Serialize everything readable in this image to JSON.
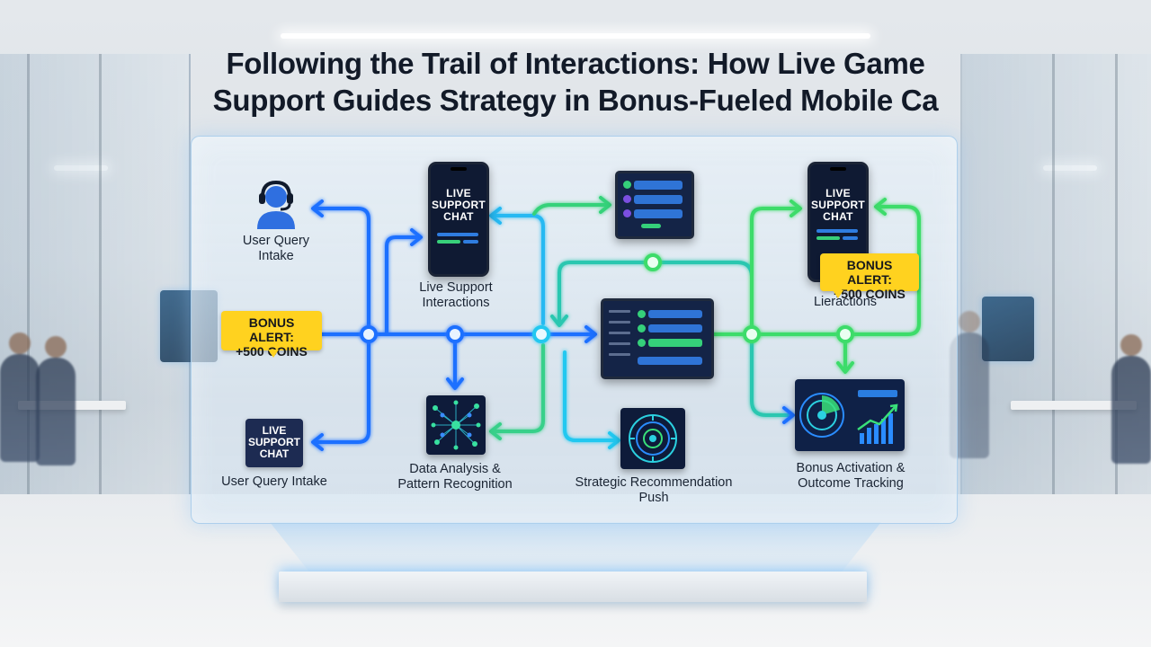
{
  "title": {
    "line1": "Following the Trail of Interactions: How Live Game",
    "line2": "Support Guides Strategy in Bonus-Fueled Mobile Ca"
  },
  "nodes": {
    "user_query_top": {
      "line1": "User Query",
      "line2": "Intake",
      "icon": "headset-user-icon"
    },
    "live_support": {
      "line1": "Live Support",
      "line2": "Interactions"
    },
    "lieractions": {
      "line1": "Lieractions"
    },
    "user_query_bottom": {
      "line1": "User Query Intake"
    },
    "data_analysis": {
      "line1": "Data Analysis &",
      "line2": "Pattern Recognition",
      "icon": "network-graph-icon"
    },
    "strategic_push": {
      "line1": "Strategic Recommendation",
      "line2": "Push",
      "icon": "radar-dial-icon"
    },
    "bonus_activation": {
      "line1": "Bonus Activation &",
      "line2": "Outcome Tracking",
      "icon": "gauge-chart-icon"
    }
  },
  "devices": {
    "phone_left": {
      "screen_line1": "LIVE",
      "screen_line2": "SUPPORT",
      "screen_line3": "CHAT"
    },
    "phone_right": {
      "screen_line1": "LIVE",
      "screen_line2": "SUPPORT",
      "screen_line3": "CHAT"
    },
    "badge": {
      "line1": "LIVE",
      "line2": "SUPPORT",
      "line3": "CHAT"
    }
  },
  "alerts": {
    "left": {
      "line1": "BONUS ALERT:",
      "line2": "+500 COINS"
    },
    "right": {
      "line1": "BONUS ALERT:",
      "line2": "+500 COINS"
    }
  },
  "colors": {
    "flow_blue": "#1f6fff",
    "flow_cyan": "#22c8f0",
    "flow_green": "#3ddc6a",
    "alert_yellow": "#ffd21f",
    "device_navy": "#0f1a33"
  }
}
